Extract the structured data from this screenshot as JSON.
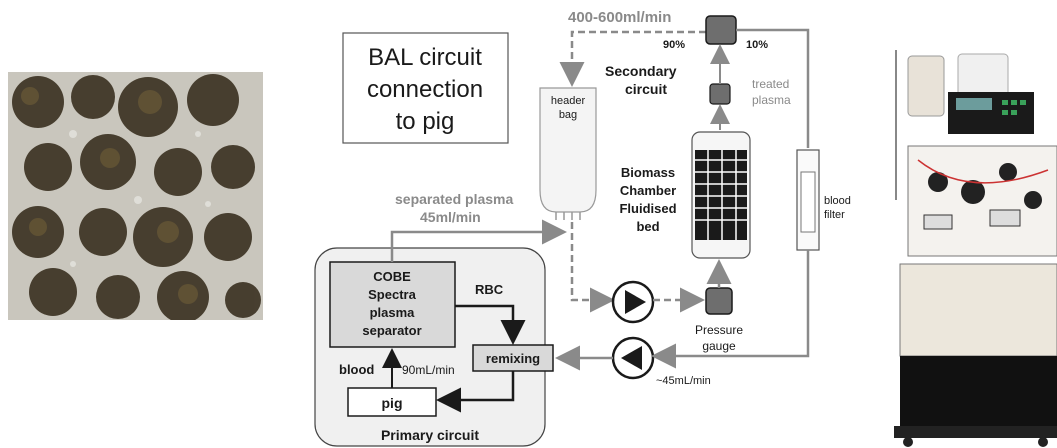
{
  "title_box": [
    "BAL circuit",
    "connection",
    "to pig"
  ],
  "flow": {
    "top_rate": "400-600ml/min",
    "split_left": "90%",
    "split_right": "10%",
    "separated_plasma": [
      "separated plasma",
      "45ml/min"
    ],
    "rbc": "RBC",
    "blood": "blood",
    "blood_rate": "90mL/min",
    "return_rate": "~45mL/min"
  },
  "components": {
    "secondary_circuit": [
      "Secondary",
      "circuit"
    ],
    "treated_plasma": [
      "treated",
      "plasma"
    ],
    "header_bag": [
      "header",
      "bag"
    ],
    "biomass_chamber": [
      "Biomass",
      "Chamber",
      "Fluidised",
      "bed"
    ],
    "blood_filter": [
      "blood",
      "filter"
    ],
    "pressure_gauge": [
      "Pressure",
      "gauge"
    ],
    "cobe_separator": [
      "COBE",
      "Spectra",
      "plasma",
      "separator"
    ],
    "remixing": "remixing",
    "pig": "pig",
    "primary_circuit": "Primary circuit"
  },
  "colors": {
    "gray_text": "#8a8a8a",
    "dark": "#1a1a1a",
    "box_fill": "#d9d9d9",
    "valve_fill": "#6e6e6e",
    "primary_fill": "#f0f0f0"
  }
}
